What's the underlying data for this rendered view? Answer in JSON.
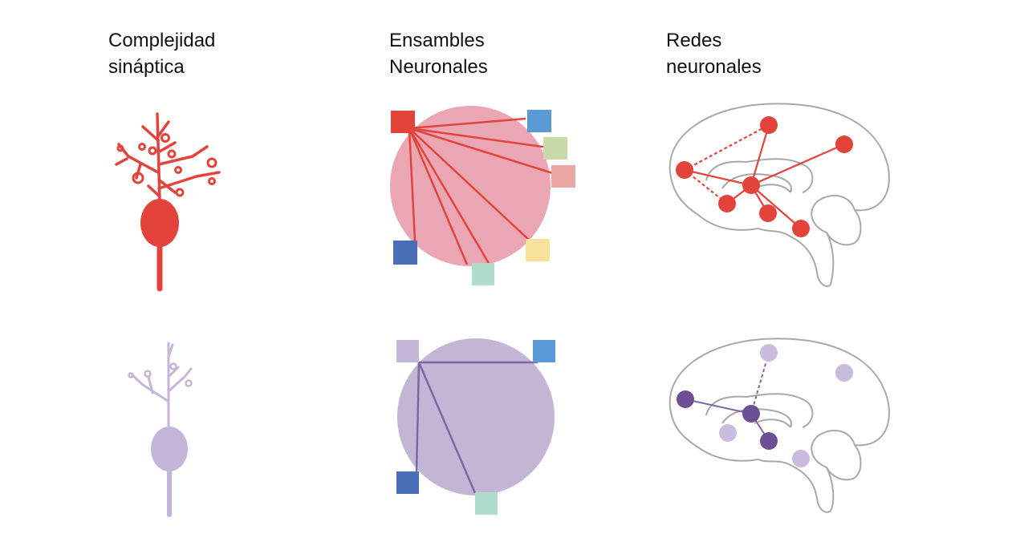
{
  "columns": [
    {
      "line1": "Complejidad",
      "line2": "sináptica"
    },
    {
      "line1": "Ensambles",
      "line2": "Neuronales"
    },
    {
      "line1": "Redes",
      "line2": "neuronales"
    }
  ],
  "rows": [
    {
      "theme": "rich",
      "stroke": "#e3433a",
      "fill": "#e3433a",
      "circle_fill": "#eaa6b2",
      "square_colors": [
        "#e3433a",
        "#5b9bd5",
        "#c9daa8",
        "#eaa7a5",
        "#4a6fb5",
        "#b0dccc",
        "#f8e19b"
      ]
    },
    {
      "theme": "sparse",
      "stroke": "#c4b6d8",
      "fill": "#c4b6d8",
      "circle_fill": "#c3b6d5",
      "node_dark": "#6d4f93",
      "node_light": "#c9bcdf",
      "line_dark": "#7c66a3",
      "square_colors": [
        "#c4b6d8",
        "#5b9bd5",
        "#4a6fb5",
        "#b0dccc"
      ]
    }
  ]
}
